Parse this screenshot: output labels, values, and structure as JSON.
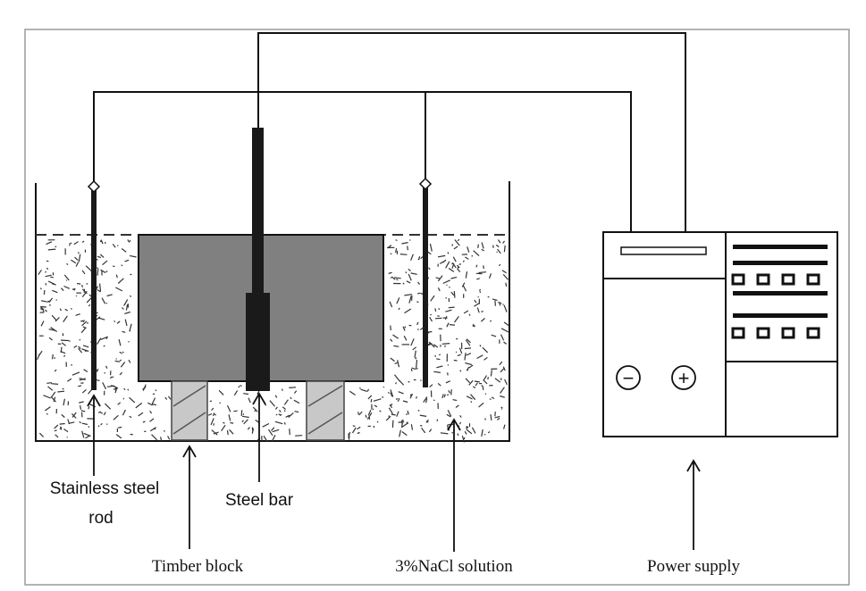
{
  "labels": {
    "stainless_rod_line1": "Stainless steel",
    "stainless_rod_line2": "rod",
    "steel_bar": "Steel bar",
    "timber_block": "Timber block",
    "nacl_solution": "3%NaCl solution",
    "power_supply": "Power supply"
  },
  "power_supply": {
    "negative_symbol": "−",
    "positive_symbol": "+"
  },
  "colors": {
    "line": "#111111",
    "specimen": "#808080",
    "timber": "#c8c8c8",
    "frame_border": "#9a9a9a"
  }
}
